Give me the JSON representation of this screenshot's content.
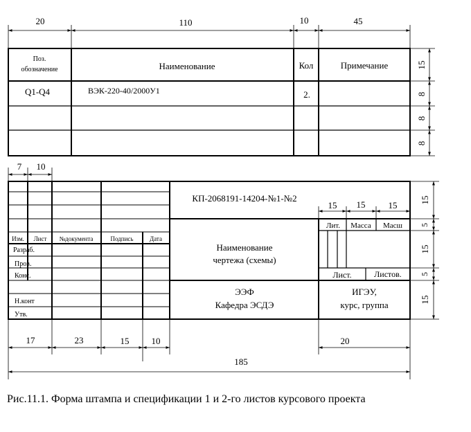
{
  "spec": {
    "dims_top": [
      "20",
      "110",
      "10",
      "45"
    ],
    "header": {
      "pos_line1": "Поз.",
      "pos_line2": "обозначение",
      "name": "Наименование",
      "qty": "Кол",
      "note": "Примечание"
    },
    "row1": {
      "pos": "Q1-Q4",
      "name": "ВЭК-220-40/2000У1",
      "qty": "2."
    },
    "dims_right": [
      "15",
      "8",
      "8",
      "8"
    ]
  },
  "stamp": {
    "dims_top": [
      "7",
      "10"
    ],
    "code": "КП-2068191-14204-№1-№2",
    "sub_dims": [
      "15",
      "15",
      "15"
    ],
    "litt": "Лит.",
    "mass": "Масса",
    "scale": "Масш",
    "col_izm": "Изм.",
    "col_list": "Лист",
    "col_doc": "№документа",
    "col_sign": "Подпись",
    "col_date": "Дата",
    "razrab": "Разраб.",
    "prov": "Пров.",
    "kons": "Конс.",
    "nkont": "Н.конт",
    "utv": "Утв.",
    "title_line1": "Наименование",
    "title_line2": "чертежа (схемы)",
    "list": "Лист.",
    "listov": "Листов.",
    "dept_line1": "ЭЭФ",
    "dept_line2": "Кафедра ЭСДЭ",
    "org_line1": "ИГЭУ,",
    "org_line2": "курс, группа",
    "dims_right": [
      "15",
      "5",
      "15",
      "5",
      "15"
    ],
    "dims_bottom": [
      "17",
      "23",
      "15",
      "10"
    ],
    "dim_20": "20",
    "dim_total": "185"
  },
  "caption": "Рис.11.1. Форма штампа и спецификации 1 и 2-го листов курсового проекта"
}
